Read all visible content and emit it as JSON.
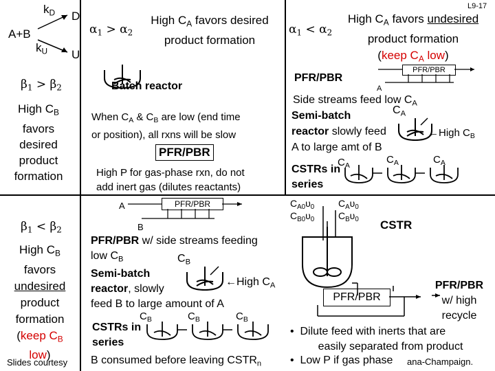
{
  "slide_number": "L9-17",
  "reaction": {
    "reactants": "A+B",
    "k_d": "k",
    "k_d_sub": "D",
    "k_u": "k",
    "k_u_sub": "U",
    "product_d": "D",
    "product_u": "U"
  },
  "beta_top": {
    "lhs": "β",
    "lhs_sub": "1",
    "op": ">",
    "rhs": "β",
    "rhs_sub": "2"
  },
  "beta_bottom": {
    "lhs": "β",
    "lhs_sub": "1",
    "op": "<",
    "rhs": "β",
    "rhs_sub": "2"
  },
  "alpha_mid": {
    "lhs": "α",
    "lhs_sub": "1",
    "op": ">",
    "rhs": "α",
    "rhs_sub": "2"
  },
  "alpha_right": {
    "lhs": "α",
    "lhs_sub": "1",
    "op": "<",
    "rhs": "α",
    "rhs_sub": "2"
  },
  "left_top_text": {
    "line1": "High C",
    "line1_sub": "B",
    "line2": "favors",
    "line3": "desired",
    "line4": "product",
    "line5": "formation"
  },
  "left_bottom_text": {
    "line1": "High C",
    "line1_sub": "B",
    "line2": "favors",
    "line3": "undesired",
    "line4": "product",
    "line5": "formation",
    "line6_open": "(",
    "line6_keep": "keep C",
    "line6_sub": "B",
    "line7": "low",
    "line7_close": ")"
  },
  "mid_header": {
    "line1_a": "High C",
    "line1_sub": "A",
    "line1_b": " favors desired",
    "line2": "product formation"
  },
  "right_header": {
    "line1_a": "High C",
    "line1_sub": "A",
    "line1_b": " favors ",
    "line1_c": "undesired",
    "line2": "product formation",
    "line3_open": "(",
    "line3_keep": "keep C",
    "line3_sub": "A",
    "line3_low": " low",
    "line3_close": ")"
  },
  "mid_top": {
    "batch_reactor": "Batch reactor",
    "when_line1_a": "When C",
    "when_line1_sub1": "A",
    "when_line1_b": " & C",
    "when_line1_sub2": "B",
    "when_line1_c": " are low (end time",
    "when_line2": "or position), all rxns will be slow",
    "pfr_pbr_box": "PFR/PBR",
    "highp_line1": "High P for gas-phase rxn, do not",
    "highp_line2": "add inert gas (dilutes reactants)"
  },
  "mid_bottom": {
    "pfr_a_label": "A",
    "pfr_b_label": "B",
    "pfr_box": "PFR/PBR",
    "sidestream_line1_a": "PFR/PBR",
    "sidestream_line1_b": " w/ side streams feeding",
    "sidestream_line2_a": "low C",
    "sidestream_line2_sub": "B",
    "cb_label": "C",
    "cb_label_sub": "B",
    "semibatch_line1": "Semi-batch",
    "semibatch_line2_a": "reactor",
    "semibatch_line2_b": ", slowly",
    "high_ca_arrow": "←High C",
    "high_ca_sub": "A",
    "feedb_line": "feed B to large amount of A",
    "cstrs_in": "CSTRs in",
    "cstrs_series": "series",
    "cb1": "C",
    "cb1_sub": "B",
    "cb2": "C",
    "cb2_sub": "B",
    "cb3": "C",
    "cb3_sub": "B",
    "consumed_a": "B consumed before leaving CSTR",
    "consumed_sub": "n"
  },
  "right_top": {
    "pfr_pbr_title": "PFR/PBR",
    "small_pfr_box": "PFR/PBR",
    "small_a_label": "A",
    "side_line1_a": "Side streams feed low C",
    "side_line1_sub": "A",
    "semibatch": "Semi-batch",
    "ca_label": "C",
    "ca_label_sub": "A",
    "reactor_line_a": "reactor",
    "reactor_line_b": " slowly feed",
    "high_cb_arrow": "←High C",
    "high_cb_sub": "B",
    "to_large_line": "A to large amt of B",
    "cstrs_in": "CSTRs in",
    "series": "series",
    "ca1": "C",
    "ca1_sub": "A",
    "ca2": "C",
    "ca2_sub": "A",
    "ca3": "C",
    "ca3_sub": "A"
  },
  "right_bottom": {
    "ca0v0": "C",
    "ca0v0_sub": "A0",
    "ca0v0_v": "υ",
    "ca0v0_vsub": "0",
    "cb0v0": "C",
    "cb0v0_sub": "B0",
    "cb0v0_v": "υ",
    "cb0v0_vsub": "0",
    "cav0": "C",
    "cav0_sub": "A",
    "cav0_v": "υ",
    "cav0_vsub": "0",
    "cbv0": "C",
    "cbv0_sub": "B",
    "cbv0_v": "υ",
    "cbv0_vsub": "0",
    "cstr": "CSTR",
    "pfr_box": "PFR/PBR",
    "recycle_line1": "PFR/PBR",
    "recycle_line2": "w/ high",
    "recycle_line3": "recycle",
    "bullet1_line1": "Dilute feed with inerts that are",
    "bullet1_line2": "easily separated from product",
    "bullet2": "Low P if gas phase",
    "bullet_char": "•"
  },
  "footer": {
    "left": "Slides courtesy",
    "right": "ana-Champaign."
  },
  "colors": {
    "accent_red": "#d40000",
    "text": "#000000"
  }
}
